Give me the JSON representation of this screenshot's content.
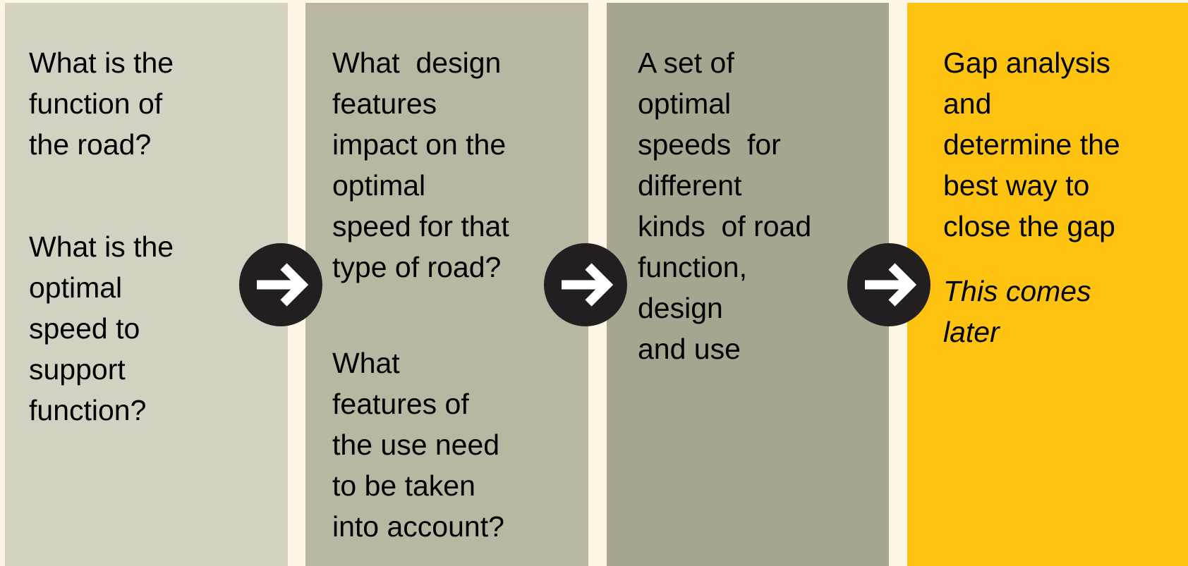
{
  "panels": [
    {
      "color": "#d3d2c2",
      "blocks": [
        "What is the\nfunction of\nthe road?",
        "What is the\noptimal\nspeed to\nsupport\nfunction?"
      ]
    },
    {
      "color": "#b9b7a1",
      "blocks": [
        "What  design\nfeatures\nimpact on the\noptimal\nspeed for that\ntype of road?",
        "What\nfeatures of\nthe use need\nto be taken\ninto account?"
      ]
    },
    {
      "color": "#a6a58f",
      "blocks": [
        "A set of\noptimal\nspeeds  for\ndifferent\nkinds  of road\nfunction,\ndesign\nand use"
      ]
    },
    {
      "color": "#fec211",
      "blocks": [
        "Gap analysis\nand\ndetermine the\nbest way to\nclose the gap",
        "This comes\nlater"
      ]
    }
  ],
  "arrows": [
    "arrow-right-icon",
    "arrow-right-icon",
    "arrow-right-icon"
  ],
  "colors": {
    "background": "#fdf6e5",
    "arrow_circle": "#231f20",
    "arrow_glyph": "#ffffff"
  }
}
